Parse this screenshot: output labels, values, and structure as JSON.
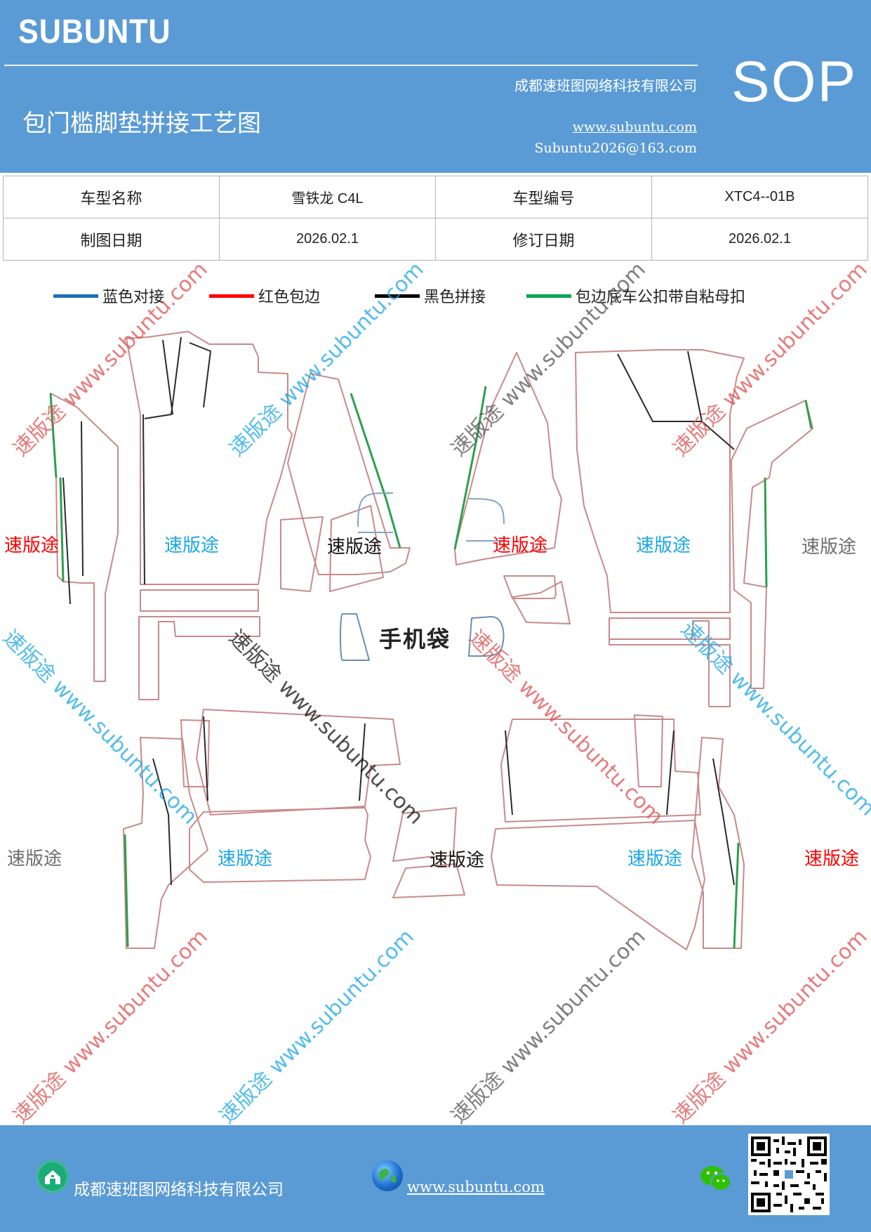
{
  "header": {
    "brand": "SUBUNTU",
    "company": "成都速班图网络科技有限公司",
    "title": "包门槛脚垫拼接工艺图",
    "website": "www.subuntu.com",
    "email": "Subuntu2026@163.com",
    "sop": "SOP"
  },
  "info_table": {
    "model_name_label": "车型名称",
    "model_name_value": "雪铁龙 C4L",
    "model_code_label": "车型编号",
    "model_code_value": "XTC4--01B",
    "draw_date_label": "制图日期",
    "draw_date_value": "2026.02.1",
    "revise_date_label": "修订日期",
    "revise_date_value": "2026.02.1"
  },
  "legend": [
    {
      "label": "蓝色对接",
      "color": "#1f6fb8"
    },
    {
      "label": "红色包边",
      "color": "#ff0000"
    },
    {
      "label": "黑色拼接",
      "color": "#000000"
    },
    {
      "label": "包边底车公扣带自粘母扣",
      "color": "#00a850"
    }
  ],
  "drawing": {
    "phone_pocket_label": "手机袋",
    "watermark_short": "速版途",
    "watermark_long": "速版途 www.subuntu.com",
    "colors": {
      "red": "#ff0000",
      "blue": "#1aa6e6",
      "gray": "#6d6d6d",
      "black": "#111111"
    }
  },
  "footer": {
    "company": "成都速班图网络科技有限公司",
    "website": "www.subuntu.com ",
    "home_icon": "home-icon",
    "globe_icon": "globe-icon",
    "wechat_icon": "wechat-icon",
    "qr_code": "qr-code"
  }
}
